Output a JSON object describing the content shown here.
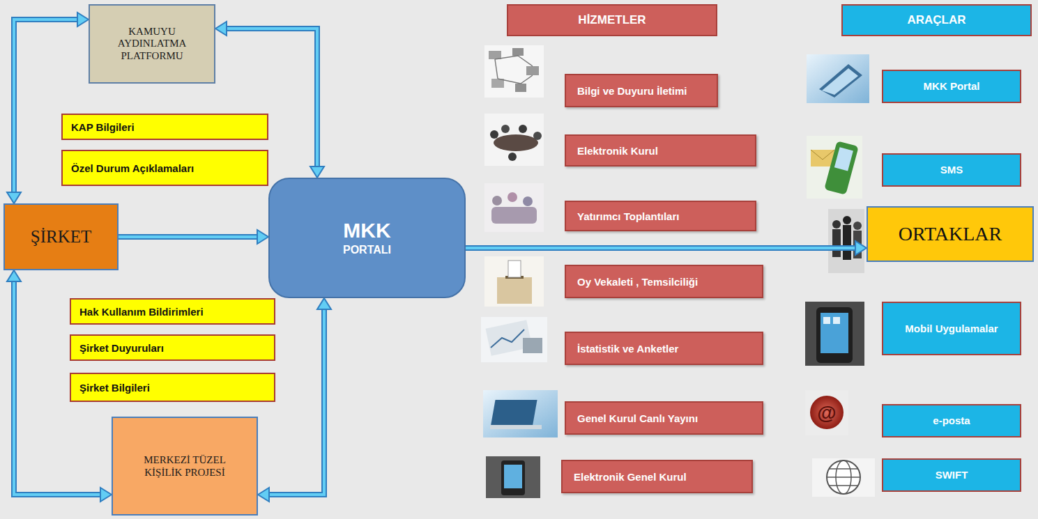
{
  "diagram": {
    "nodes": [
      {
        "text": [
          "KAMUYU AYDINLATMA PLATFORMU"
        ]
      },
      {
        "text": [
          "KAP Bilgileri"
        ]
      },
      {
        "text": [
          "Özel Durum Açıklamaları"
        ]
      },
      {
        "text": [
          "ŞİRKET"
        ]
      },
      {
        "text": [
          "MKK",
          "PORTALI"
        ]
      },
      {
        "text": [
          "Hak Kullanım Bildirimleri"
        ]
      },
      {
        "text": [
          "Şirket Duyuruları"
        ]
      },
      {
        "text": [
          "Şirket Bilgileri"
        ]
      },
      {
        "text": [
          "MERKEZİ TÜZEL KİŞİLİK PROJESİ"
        ]
      },
      {
        "text": [
          "HİZMETLER"
        ]
      },
      {
        "text": [
          "Bilgi ve Duyuru İletimi"
        ]
      },
      {
        "text": [
          "Elektronik Kurul"
        ]
      },
      {
        "text": [
          "Yatırımcı Toplantıları"
        ]
      },
      {
        "text": [
          "Oy Vekaleti , Temsilciliği"
        ]
      },
      {
        "text": [
          "İstatistik ve Anketler"
        ]
      },
      {
        "text": [
          "Genel Kurul Canlı Yayını"
        ]
      },
      {
        "text": [
          "Elektronik Genel Kurul"
        ]
      },
      {
        "text": [
          "ARAÇLAR"
        ]
      },
      {
        "text": [
          "MKK Portal"
        ]
      },
      {
        "text": [
          "SMS"
        ]
      },
      {
        "text": [
          "ORTAKLAR"
        ]
      },
      {
        "text": [
          "Mobil Uygulamalar"
        ]
      },
      {
        "text": [
          "e-posta"
        ]
      },
      {
        "text": [
          "SWIFT"
        ]
      }
    ],
    "edges": [
      {
        "from": 3,
        "to": 0,
        "arrow": "both"
      },
      {
        "from": 0,
        "to": 4,
        "arrow": "both"
      },
      {
        "from": 3,
        "to": 4,
        "arrow": "to"
      },
      {
        "from": 3,
        "to": 8,
        "arrow": "both"
      },
      {
        "from": 8,
        "to": 4,
        "arrow": "both"
      },
      {
        "from": 4,
        "to": 20,
        "arrow": "to"
      }
    ]
  }
}
